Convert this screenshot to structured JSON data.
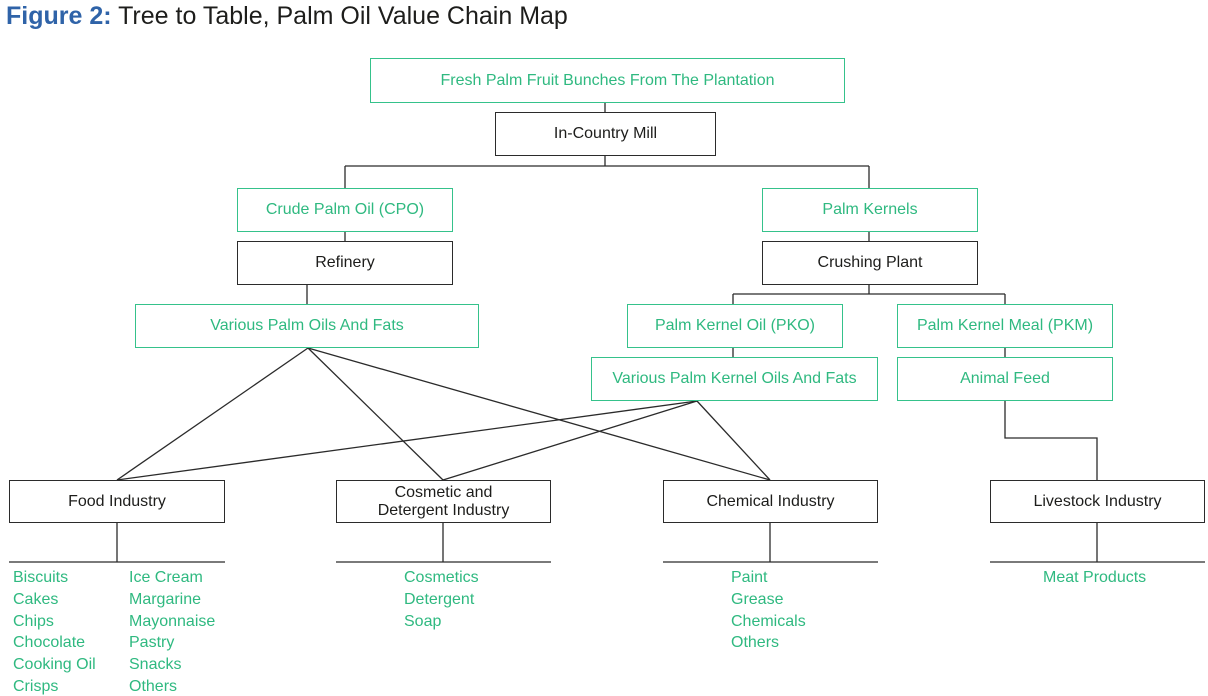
{
  "figure": {
    "label": "Figure 2:",
    "title": "Tree to Table, Palm Oil Value Chain Map"
  },
  "nodes": {
    "ffb": "Fresh Palm Fruit Bunches From The Plantation",
    "mill": "In-Country Mill",
    "cpo": "Crude Palm Oil (CPO)",
    "kernels": "Palm Kernels",
    "refinery": "Refinery",
    "crushing": "Crushing Plant",
    "palm_oils": "Various Palm Oils And Fats",
    "pko": "Palm Kernel Oil (PKO)",
    "pkm": "Palm Kernel Meal (PKM)",
    "kernel_oils": "Various Palm Kernel Oils And Fats",
    "animal_feed": "Animal Feed",
    "food": "Food Industry",
    "cosmetic_line1": "Cosmetic and",
    "cosmetic_line2": "Detergent Industry",
    "chemical": "Chemical Industry",
    "livestock": "Livestock Industry"
  },
  "products": {
    "food_col1": [
      "Biscuits",
      "Cakes",
      "Chips",
      "Chocolate",
      "Cooking Oil",
      "Crisps"
    ],
    "food_col2": [
      "Ice Cream",
      "Margarine",
      "Mayonnaise",
      "Pastry",
      "Snacks",
      "Others"
    ],
    "cosmetic": [
      "Cosmetics",
      "Detergent",
      "Soap"
    ],
    "chemical": [
      "Paint",
      "Grease",
      "Chemicals",
      "Others"
    ],
    "livestock": [
      "Meat Products"
    ]
  },
  "colors": {
    "title_label": "#2f63a8",
    "green": "#35c28b",
    "dark": "#2b2b2b"
  }
}
